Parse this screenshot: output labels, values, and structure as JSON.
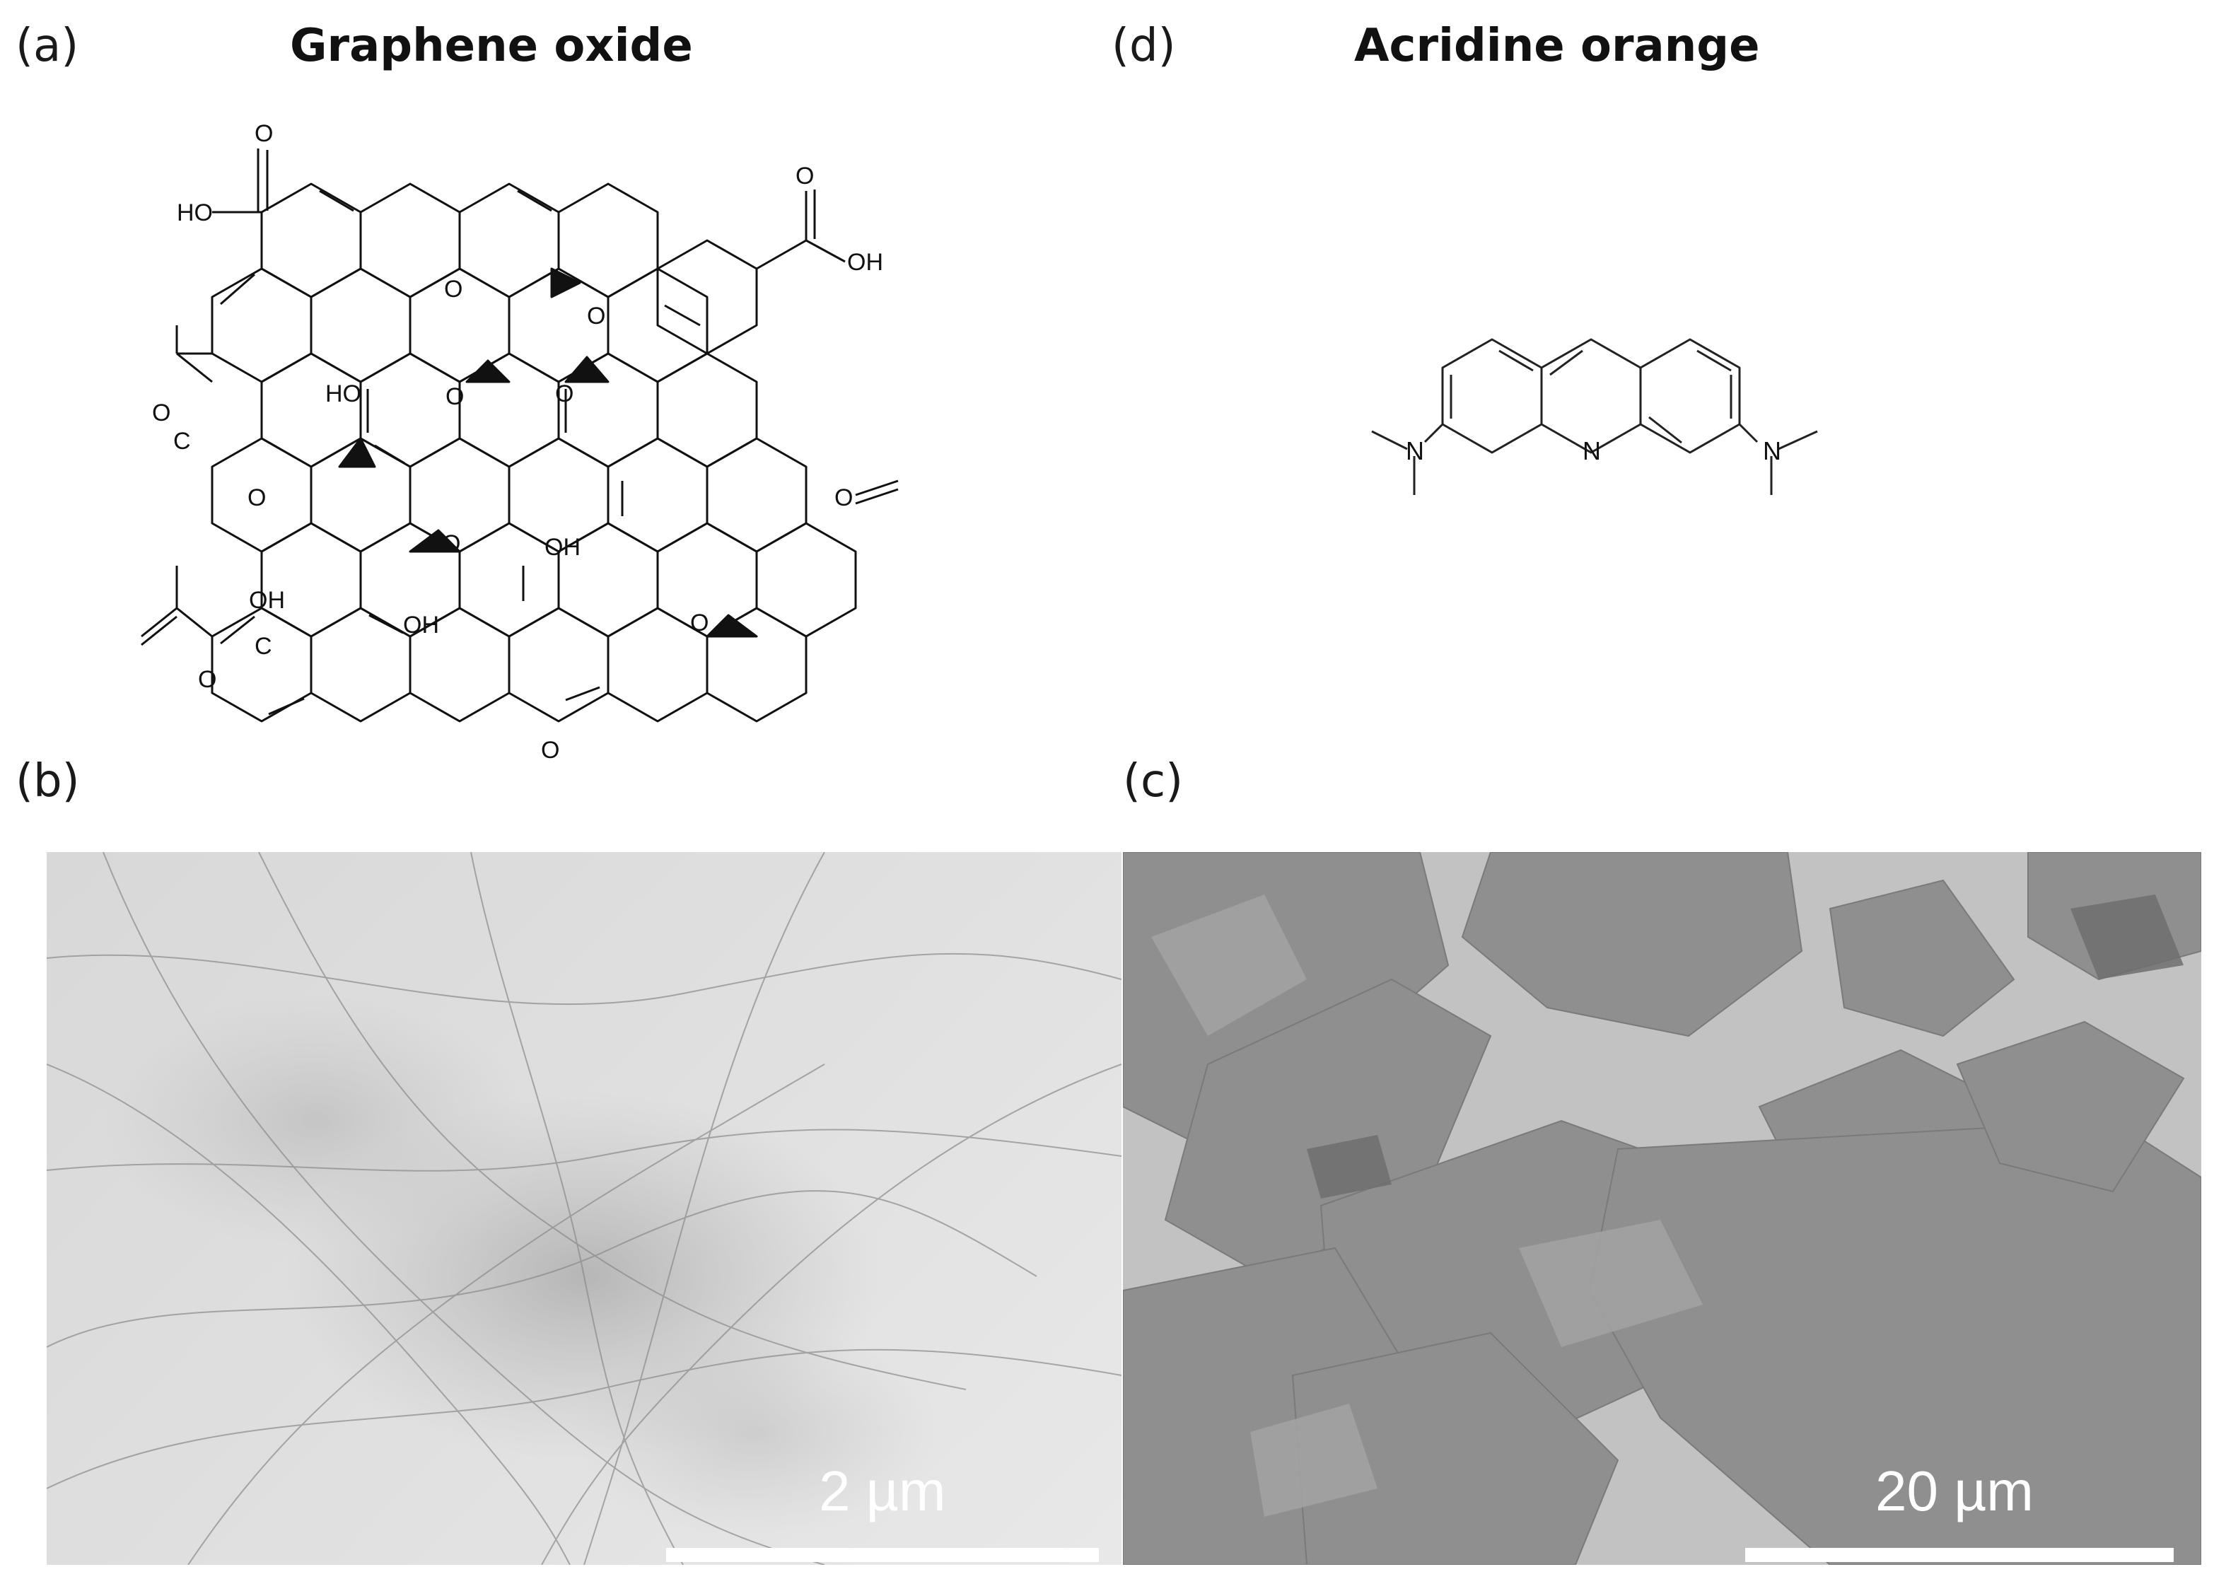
{
  "panels": {
    "a": {
      "label": "(a)",
      "title": "Graphene oxide"
    },
    "b": {
      "label": "(b)",
      "scale": "2 µm"
    },
    "c": {
      "label": "(c)",
      "scale": "20 µm"
    },
    "d": {
      "label": "(d)",
      "title": "Acridine orange"
    }
  },
  "go_atoms": {
    "cooh1_o": "O",
    "cooh1_ho": "HO",
    "cooh2_o": "O",
    "cooh2_oh": "OH",
    "ring_o1": "O",
    "epox1_o": "O",
    "ho_c": "HO",
    "epox2_o": "O",
    "epox3_o": "O",
    "lac_o1": "O",
    "lac_c": "C",
    "lac_o2": "O",
    "ketone_o": "O",
    "epox4_o": "O",
    "oh_mid": "OH",
    "cooh3_oh": "OH",
    "cooh3_c": "C",
    "cooh3_o": "O",
    "oh_low": "OH",
    "epox5_o": "O",
    "ring_o2": "O"
  },
  "ao_atoms": {
    "n_center": "N",
    "n_left": "N",
    "n_right": "N"
  },
  "colors": {
    "tem_background": "#dcdcdc",
    "sem_substrate": "#c2c2c2",
    "sem_flake": "#8f8f8f",
    "scale_text": "#ffffff"
  }
}
